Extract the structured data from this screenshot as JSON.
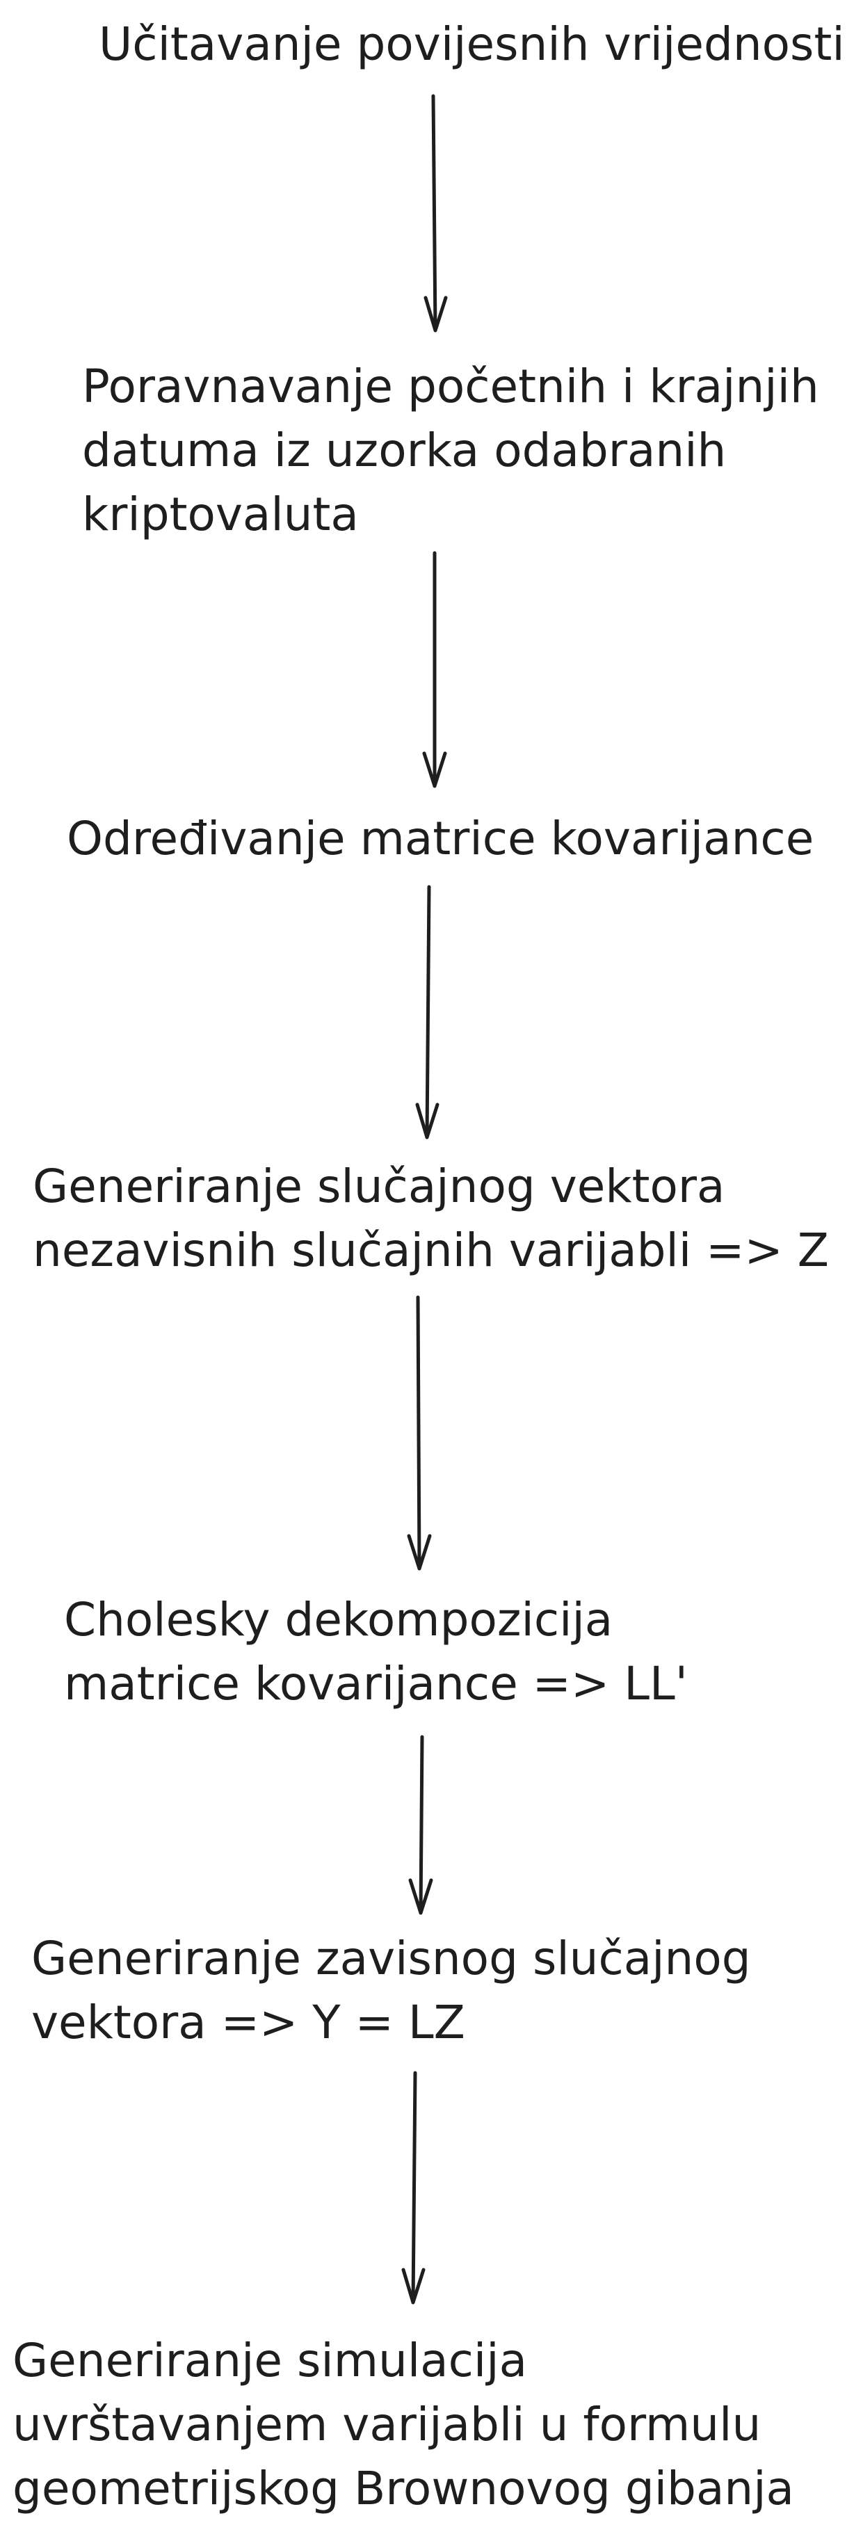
{
  "flowchart": {
    "steps": [
      "Učitavanje povijesnih vrijednosti",
      "Poravnavanje početnih i krajnjih\ndatuma iz uzorka odabranih\nkriptovaluta",
      "Određivanje matrice kovarijance",
      "Generiranje slučajnog vektora\nnezavisnih slučajnih varijabli => Z",
      "Cholesky dekompozicija\nmatrice kovarijance => LL'",
      "Generiranje zavisnog slučajnog\nvektora => Y = LZ",
      "Generiranje simulacija\nuvrštavanjem varijabli u formulu\ngeometrijskog Brownovog gibanja"
    ],
    "arrow_count": 6,
    "stroke_color": "#1e1e1e"
  }
}
